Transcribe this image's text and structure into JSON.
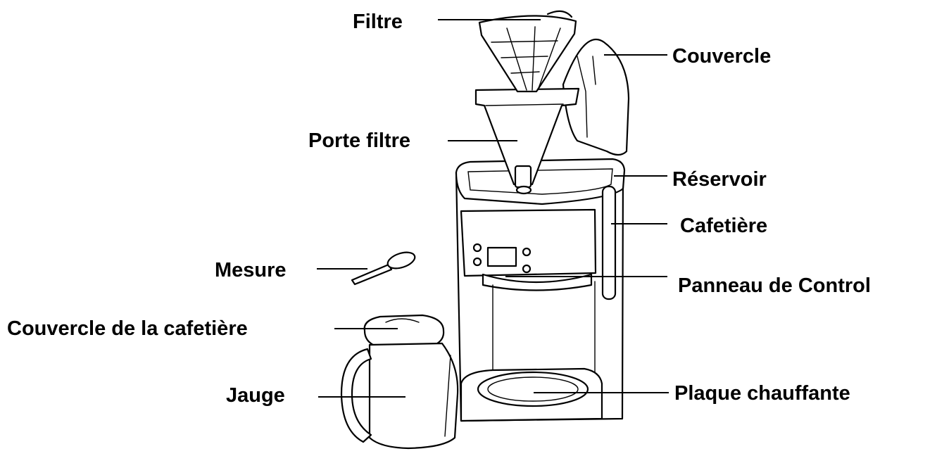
{
  "diagram": {
    "labels": {
      "filtre": "Filtre",
      "couvercle": "Couvercle",
      "porte_filtre": "Porte filtre",
      "reservoir": "Réservoir",
      "cafetiere": "Cafetière",
      "mesure": "Mesure",
      "panneau": "Panneau de Control",
      "couvercle_cafetiere": "Couvercle de la cafetière",
      "jauge": "Jauge",
      "plaque": "Plaque chauffante"
    }
  }
}
